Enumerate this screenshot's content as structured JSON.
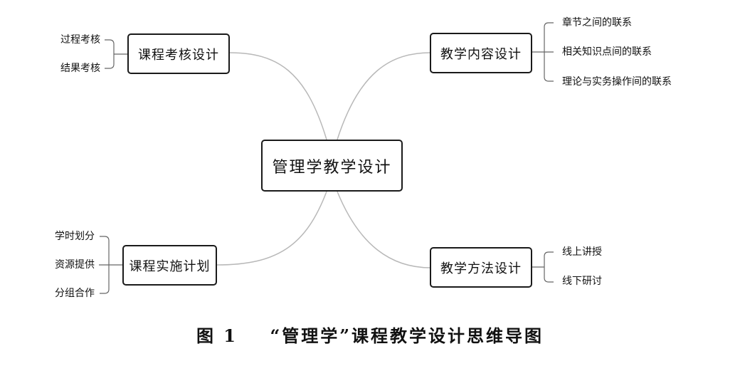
{
  "center": {
    "label": "管理学教学设计"
  },
  "branches": {
    "assessment": {
      "label": "课程考核设计",
      "items": [
        "过程考核",
        "结果考核"
      ]
    },
    "content": {
      "label": "教学内容设计",
      "items": [
        "章节之间的联系",
        "相关知识点间的联系",
        "理论与实务操作间的联系"
      ]
    },
    "implementation": {
      "label": "课程实施计划",
      "items": [
        "学时划分",
        "资源提供",
        "分组合作"
      ]
    },
    "method": {
      "label": "教学方法设计",
      "items": [
        "线上讲授",
        "线下研讨"
      ]
    }
  },
  "caption": {
    "figure": "图 1",
    "title": "“管理学”课程教学设计思维导图"
  }
}
